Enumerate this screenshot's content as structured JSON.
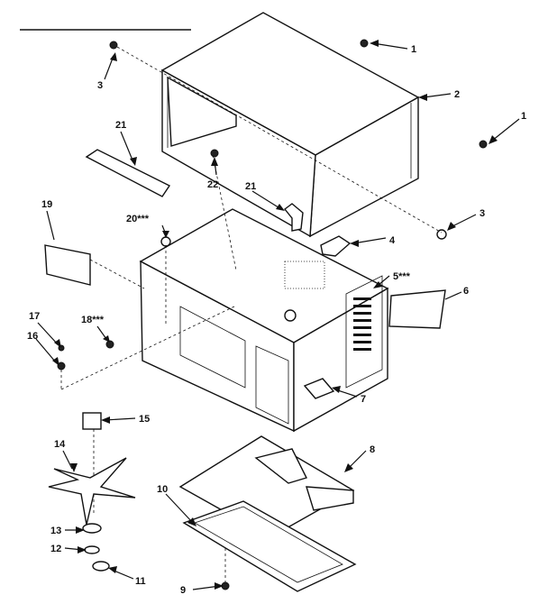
{
  "diagram": {
    "callouts": [
      {
        "id": "c1a",
        "label": "1"
      },
      {
        "id": "c1b",
        "label": "1"
      },
      {
        "id": "c2",
        "label": "2"
      },
      {
        "id": "c3a",
        "label": "3"
      },
      {
        "id": "c3b",
        "label": "3"
      },
      {
        "id": "c4",
        "label": "4"
      },
      {
        "id": "c5",
        "label": "5***"
      },
      {
        "id": "c6",
        "label": "6"
      },
      {
        "id": "c7",
        "label": "7"
      },
      {
        "id": "c8",
        "label": "8"
      },
      {
        "id": "c9",
        "label": "9"
      },
      {
        "id": "c10",
        "label": "10"
      },
      {
        "id": "c11",
        "label": "11"
      },
      {
        "id": "c12",
        "label": "12"
      },
      {
        "id": "c13",
        "label": "13"
      },
      {
        "id": "c14",
        "label": "14"
      },
      {
        "id": "c15",
        "label": "15"
      },
      {
        "id": "c16",
        "label": "16"
      },
      {
        "id": "c17",
        "label": "17"
      },
      {
        "id": "c18",
        "label": "18***"
      },
      {
        "id": "c19",
        "label": "19"
      },
      {
        "id": "c20",
        "label": "20***"
      },
      {
        "id": "c21a",
        "label": "21"
      },
      {
        "id": "c21b",
        "label": "21"
      },
      {
        "id": "c22",
        "label": "22"
      }
    ]
  }
}
